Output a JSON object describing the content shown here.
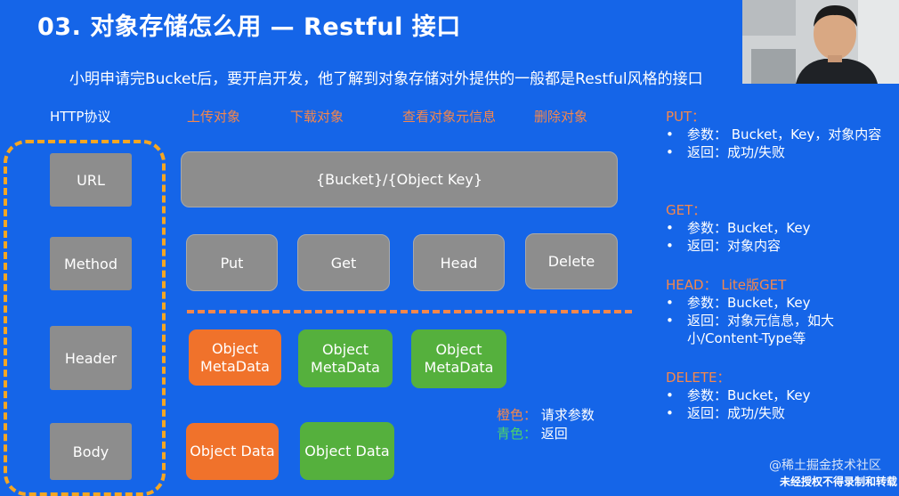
{
  "slide": {
    "title": "03. 对象存储怎么用 — Restful 接口",
    "subtitle": "小明申请完Bucket后，要开启开发，他了解到对象存储对外提供的一般都是Restful风格的接口"
  },
  "protocol": {
    "label": "HTTP协议",
    "rows": [
      "URL",
      "Method",
      "Header",
      "Body"
    ]
  },
  "operations": {
    "labels": [
      "上传对象",
      "下载对象",
      "查看对象元信息",
      "删除对象"
    ],
    "url_value": "{Bucket}/{Object Key}",
    "methods": [
      "Put",
      "Get",
      "Head",
      "Delete"
    ]
  },
  "headers": {
    "items": [
      {
        "text": "Object MetaData",
        "color": "orange"
      },
      {
        "text": "Object MetaData",
        "color": "green"
      },
      {
        "text": "Object MetaData",
        "color": "green"
      }
    ]
  },
  "bodies": {
    "items": [
      {
        "text": "Object Data",
        "color": "orange"
      },
      {
        "text": "Object Data",
        "color": "green"
      }
    ]
  },
  "legend": {
    "orange_key": "橙色：",
    "orange_value": "请求参数",
    "green_key": "青色：",
    "green_value": "返回"
  },
  "right_panel": {
    "put": {
      "head": "PUT：",
      "lines": [
        "参数： Bucket，Key，对象内容",
        "返回：成功/失败"
      ]
    },
    "get": {
      "head": "GET：",
      "lines": [
        "参数：Bucket，Key",
        "返回：对象内容"
      ]
    },
    "head": {
      "head": "HEAD： Lite版GET",
      "lines": [
        "参数：Bucket，Key",
        "返回：对象元信息，如大小/Content-Type等"
      ]
    },
    "delete": {
      "head": "DELETE：",
      "lines": [
        "参数：Bucket，Key",
        "返回：成功/失败"
      ]
    }
  },
  "watermark": {
    "site": "@稀土掘金技术社区",
    "notice": "未经授权不得录制和转载"
  },
  "colors": {
    "background": "#1565e8",
    "orange": "#f0722b",
    "green": "#55b03d",
    "gray": "#8d8d8d",
    "dash": "#f5a623"
  }
}
